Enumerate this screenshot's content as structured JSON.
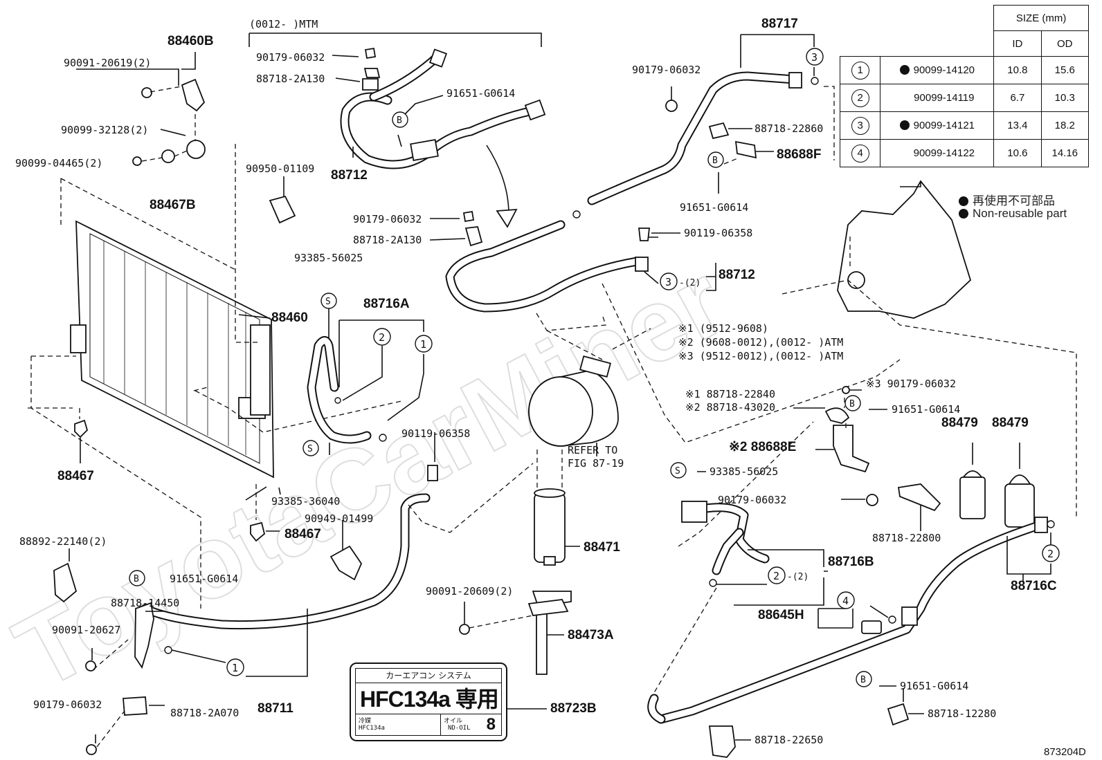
{
  "size_table": {
    "title": "SIZE (mm)",
    "col_id": "ID",
    "col_od": "OD",
    "rows": [
      {
        "num": "1",
        "dot": true,
        "part": "90099-14120",
        "id": "10.8",
        "od": "15.6"
      },
      {
        "num": "2",
        "dot": false,
        "part": "90099-14119",
        "id": "6.7",
        "od": "10.3"
      },
      {
        "num": "3",
        "dot": true,
        "part": "90099-14121",
        "id": "13.4",
        "od": "18.2"
      },
      {
        "num": "4",
        "dot": false,
        "part": "90099-14122",
        "id": "10.6",
        "od": "14.16"
      }
    ]
  },
  "legend": {
    "jp": "再使用不可部品",
    "en": "Non-reusable part"
  },
  "notes": {
    "n1": "※1 (9512-9608)",
    "n2": "※2 (9608-0012),(0012-       )ATM",
    "n3": "※3 (9512-0012),(0012-       )ATM"
  },
  "mtm_header": "(0012-       )MTM",
  "sticker": {
    "top": "カーエアコン システム",
    "main": "HFC134a 専用",
    "l1": "冷媒",
    "l2": "HFC134a",
    "r1": "オイル",
    "r2": "ND-OIL",
    "oil_no": "8"
  },
  "refer": {
    "line1": "REFER TO",
    "line2": "FIG 87-19"
  },
  "figure_id": "873204D",
  "watermark": "ToyotaCarMiner",
  "circle_nums": {
    "one": "1",
    "two": "2",
    "three": "3",
    "four": "4",
    "b": "B",
    "s": "S",
    "x2": "-(2)"
  },
  "labels": {
    "p88460B": "88460B",
    "p90091_20619": "90091-20619(2)",
    "p90099_32128": "90099-32128(2)",
    "p90099_04465": "90099-04465(2)",
    "p88467B": "88467B",
    "p90179_06032_a": "90179-06032",
    "p88718_2A130_a": "88718-2A130",
    "p91651_G0614_a": "91651-G0614",
    "p88712_a": "88712",
    "p90950_01109": "90950-01109",
    "p90179_06032_b": "90179-06032",
    "p88718_2A130_b": "88718-2A130",
    "p93385_56025_a": "93385-56025",
    "p88716A": "88716A",
    "p88460": "88460",
    "p88467_a": "88467",
    "p93385_36040": "93385-36040",
    "p90119_06358_a": "90119-06358",
    "p88467_b": "88467",
    "p90949_01499": "90949-01499",
    "p88892_22140": "88892-22140(2)",
    "p91651_G0614_b": "91651-G0614",
    "p88718_14450": "88718-14450",
    "p90091_20627": "90091-20627",
    "p90179_06032_c": "90179-06032",
    "p88718_2A070": "88718-2A070",
    "p88711": "88711",
    "p88471": "88471",
    "p90091_20609": "90091-20609(2)",
    "p88473A": "88473A",
    "p88723B": "88723B",
    "p88717": "88717",
    "p90179_06032_d": "90179-06032",
    "p88718_22860": "88718-22860",
    "p88688F": "88688F",
    "p91651_G0614_c": "91651-G0614",
    "p90119_06358_b": "90119-06358",
    "p88712_b": "88712",
    "p90179_06032_e": "※3 90179-06032",
    "p88718_22840": "※1 88718-22840",
    "p88718_43020": "※2 88718-43020",
    "p91651_G0614_d": "91651-G0614",
    "p88688E": "※2 88688E",
    "p88479_a": "88479",
    "p88479_b": "88479",
    "p93385_56025_b": "93385-56025",
    "p90179_06032_f": "90179-06032",
    "p88718_22800": "88718-22800",
    "p88716B": "88716B",
    "p88645H": "88645H",
    "p88716C": "88716C",
    "p91651_G0614_e": "91651-G0614",
    "p88718_12280": "88718-12280",
    "p88718_22650": "88718-22650"
  }
}
